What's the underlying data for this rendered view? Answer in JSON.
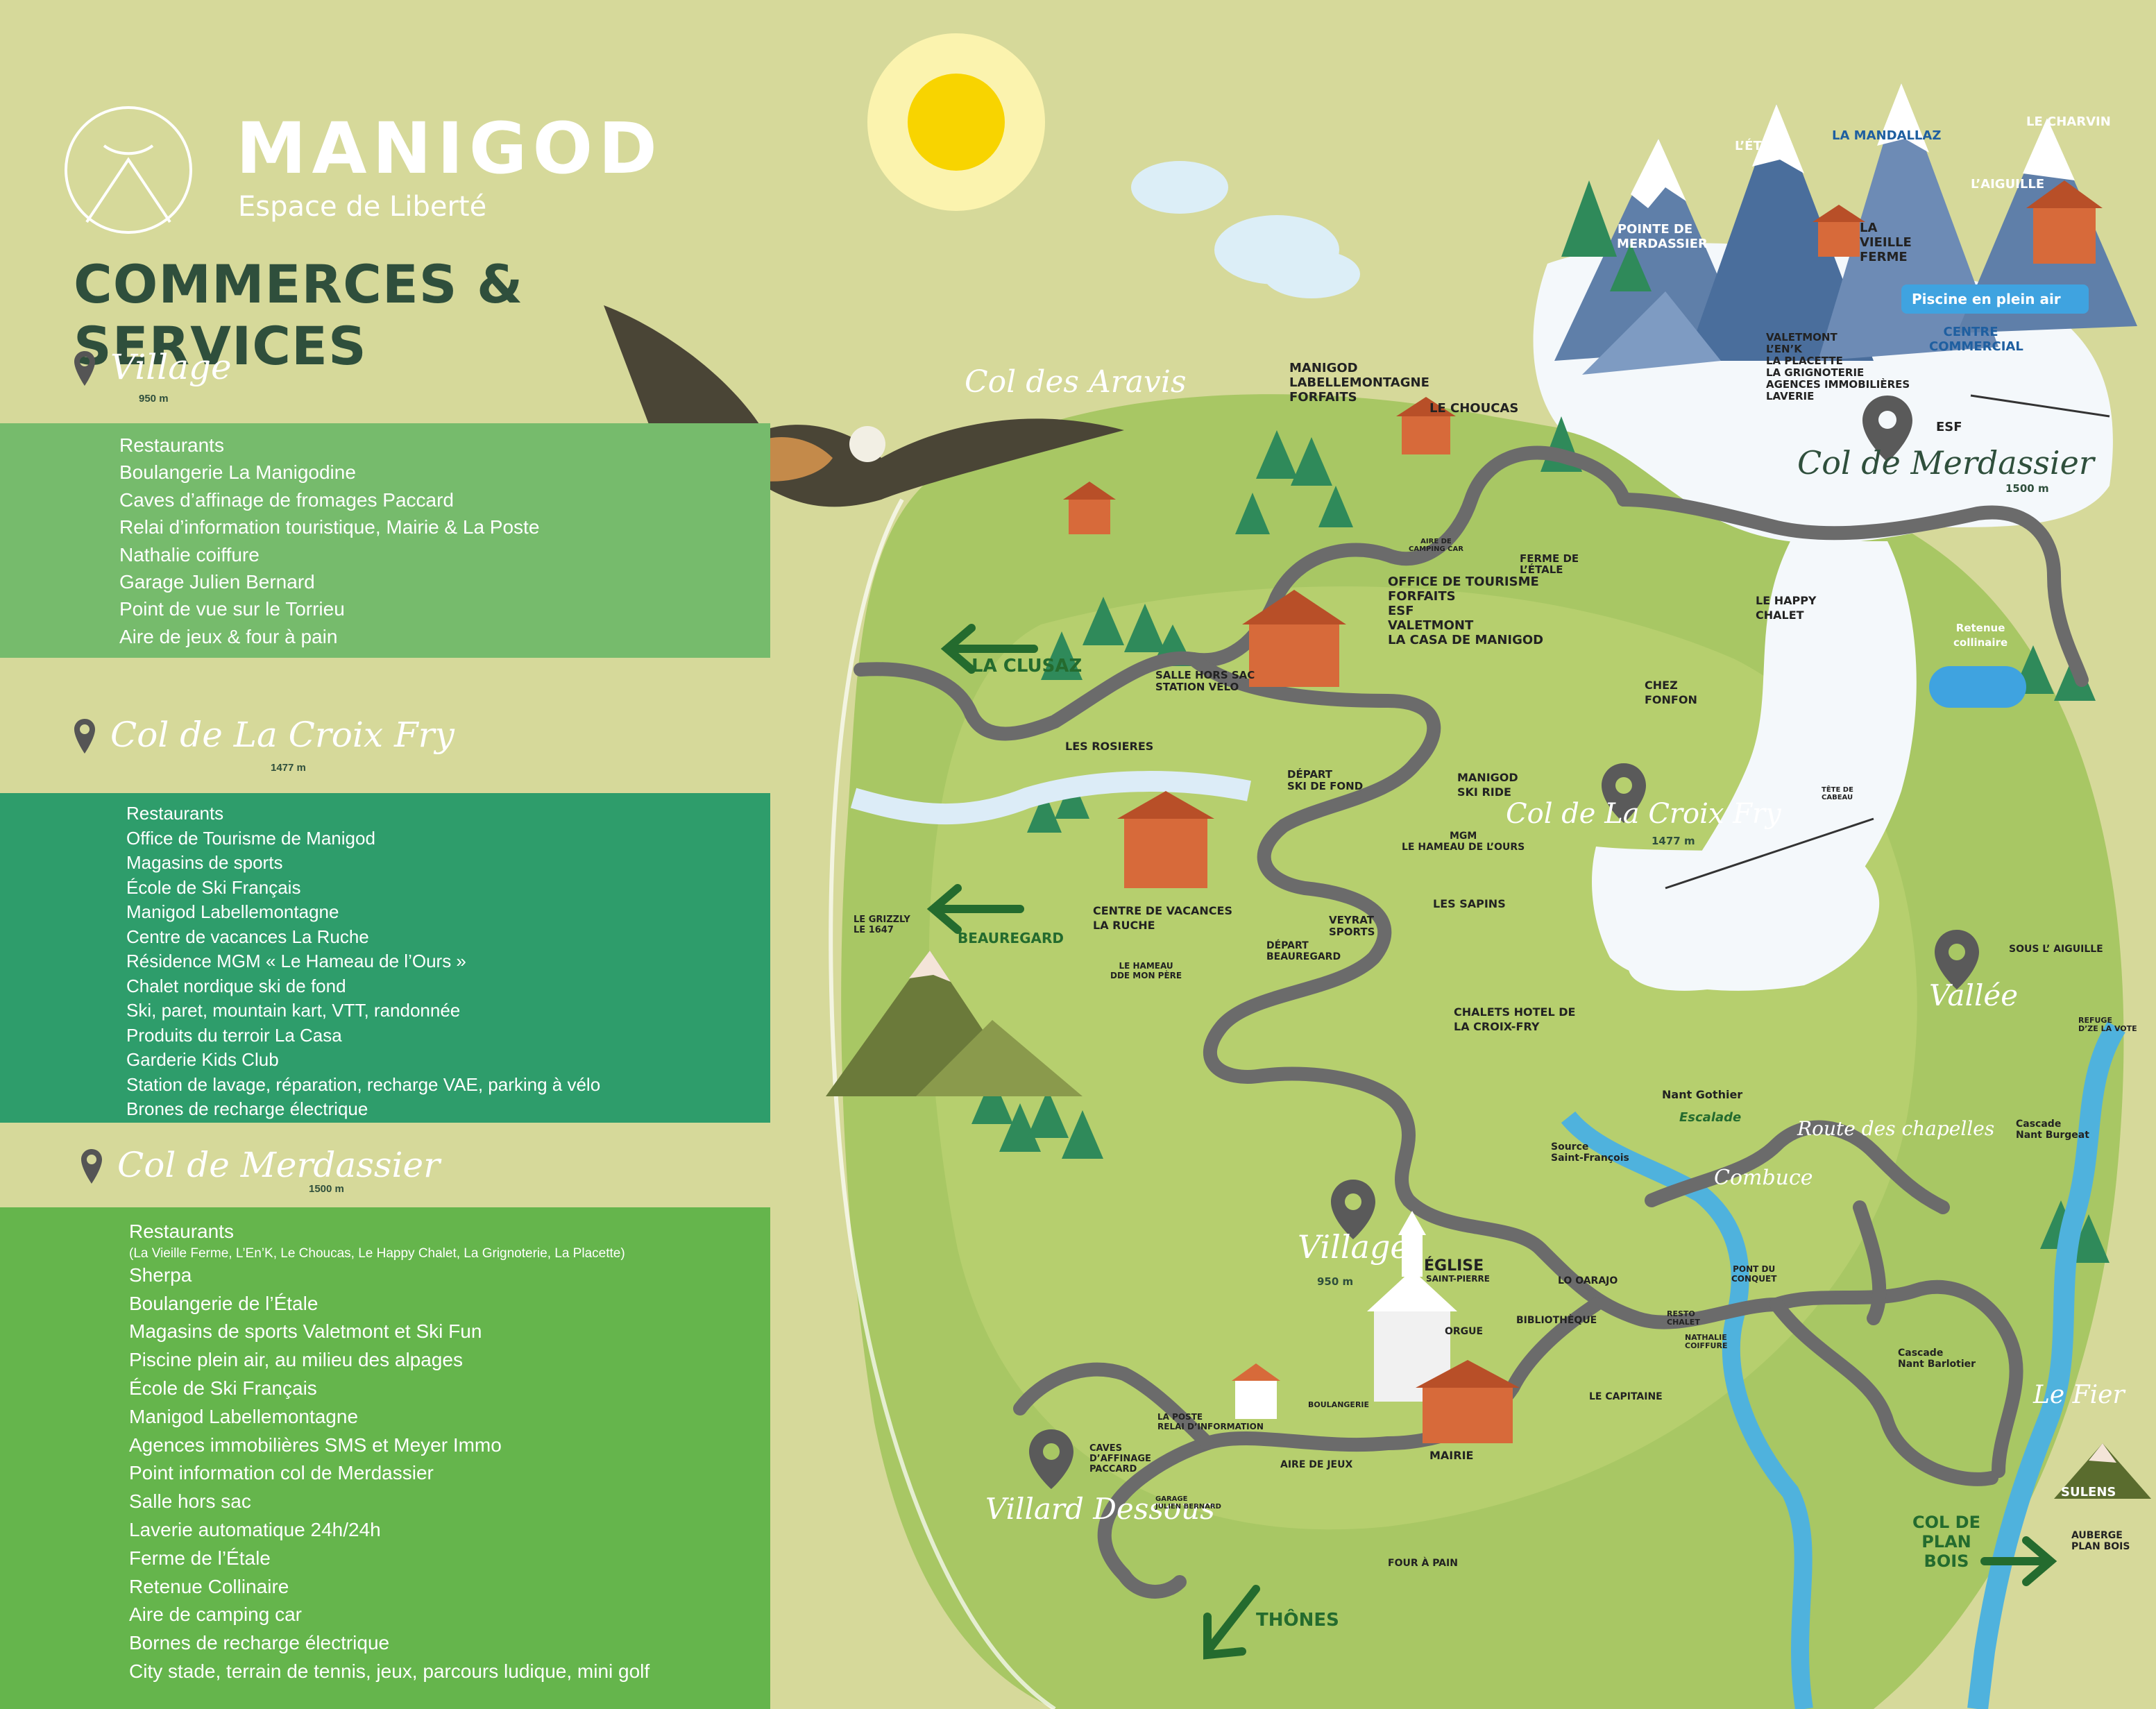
{
  "brand": {
    "name": "MANIGOD",
    "tagline": "Espace de Liberté"
  },
  "heading": "COMMERCES & SERVICES",
  "sections": [
    {
      "name": "Village",
      "altitude": "950 m",
      "color": "#76bb6c",
      "items": [
        "Restaurants",
        "Boulangerie La Manigodine",
        "Caves d’affinage de fromages Paccard",
        "Relai d’information touristique, Mairie & La Poste",
        "Nathalie coiffure",
        "Garage Julien Bernard",
        "Point de vue sur le Torrieu",
        "Aire de jeux & four à pain"
      ]
    },
    {
      "name": "Col de La Croix Fry",
      "altitude": "1477 m",
      "color": "#2e9d6b",
      "items": [
        "Restaurants",
        "Office de Tourisme de Manigod",
        "Magasins de sports",
        "École de Ski Français",
        "Manigod Labellemontagne",
        "Centre de vacances La Ruche",
        "Résidence MGM « Le Hameau de l’Ours »",
        "Chalet nordique ski de fond",
        "Ski, paret, mountain kart, VTT, randonnée",
        "Produits du terroir La Casa",
        "Garderie Kids Club",
        "Station de lavage, réparation, recharge VAE, parking à vélo",
        "Brones de recharge électrique"
      ]
    },
    {
      "name": "Col de Merdassier",
      "altitude": "1500 m",
      "color": "#65b54c",
      "items": [
        "Restaurants",
        "(La Vieille Ferme, L’En’K, Le Choucas, Le Happy Chalet, La Grignoterie, La Placette)",
        "Sherpa",
        "Boulangerie de l’Étale",
        "Magasins de sports Valetmont et Ski Fun",
        "Piscine plein air, au milieu des alpages",
        "École de Ski Français",
        "Manigod Labellemontagne",
        "Agences immobilières SMS et Meyer Immo",
        "Point information col de Merdassier",
        "Salle hors sac",
        "Laverie automatique 24h/24h",
        "Ferme de l’Étale",
        "Retenue Collinaire",
        "Aire de camping car",
        "Bornes de recharge électrique",
        "City stade, terrain de tennis, jeux, parcours ludique, mini golf"
      ]
    }
  ],
  "map": {
    "places": {
      "col_aravis": "Col des Aravis",
      "col_merdassier": "Col de Merdassier",
      "col_merdassier_alt": "1500 m",
      "col_croix_fry": "Col de La Croix Fry",
      "col_croix_fry_alt": "1477 m",
      "vallee": "Vallée",
      "village": "Village",
      "village_alt": "950 m",
      "villard": "Villard Dessous",
      "route_chapelles": "Route des chapelles",
      "combuce": "Combuce",
      "le_fier": "Le Fier"
    },
    "peaks": [
      "L’ÉTALE",
      "LA MANDALLAZ",
      "LE CHARVIN",
      "L’AIGUILLE",
      "POINTE DE MERDASSIER",
      "SULENS"
    ],
    "directions": {
      "la_clusaz": "LA CLUSAZ",
      "thones": "THÔNES",
      "col_plan_bois": "COL DE PLAN BOIS"
    },
    "labels": {
      "la_vieille_ferme": "LA VIEILLE FERME",
      "piscine": "Piscine en plein air",
      "centre_commercial": "CENTRE COMMERCIAL",
      "valetmont": [
        "VALETMONT",
        "L’EN’K",
        "LA PLACETTE",
        "LA GRIGNOTERIE",
        "AGENCES IMMOBILIÈRES",
        "LAVERIE"
      ],
      "esf_top": "ESF",
      "manigod_lbm": [
        "MANIGOD",
        "LABELLEMONTAGNE",
        "FORFAITS"
      ],
      "le_choucas": "LE CHOUCAS",
      "aire_camping": [
        "AIRE DE",
        "CAMPING CAR"
      ],
      "ferme_etale": [
        "FERME DE",
        "L’ÉTALE"
      ],
      "office": [
        "OFFICE DE TOURISME",
        "FORFAITS",
        "ESF",
        "VALETMONT",
        "LA CASA DE MANIGOD"
      ],
      "salle_hors_sac": [
        "SALLE HORS SAC",
        "STATION VELO"
      ],
      "le_happy": [
        "LE HAPPY",
        "CHALET"
      ],
      "retenue": [
        "Retenue",
        "collinaire"
      ],
      "chez_fonfon": [
        "CHEZ",
        "FONFON"
      ],
      "les_rosieres": "LES ROSIERES",
      "depart_ski_fond": [
        "DÉPART",
        "SKI DE FOND"
      ],
      "manigod_ski_ride": [
        "MANIGOD",
        "SKI RIDE"
      ],
      "mgm": [
        "MGM",
        "LE HAMEAU DE L’OURS"
      ],
      "tete_cabeau": [
        "TÊTE DE",
        "CABEAU"
      ],
      "le_grizzly": [
        "LE GRIZZLY",
        "LE 1647"
      ],
      "beauregard": "BEAUREGARD",
      "centre_vacances": [
        "CENTRE DE VACANCES",
        "LA RUCHE"
      ],
      "veyrat": [
        "VEYRAT",
        "SPORTS"
      ],
      "depart_beauregard": [
        "DÉPART",
        "BEAUREGARD"
      ],
      "les_sapins": "LES SAPINS",
      "hameau_mon_pere": [
        "LE HAMEAU",
        "DDE MON PÈRE"
      ],
      "sous_aiguille": "SOUS L’ AIGUILLE",
      "chalets_hotel": [
        "CHALETS HOTEL DE",
        "LA CROIX-FRY"
      ],
      "refuge": [
        "REFUGE",
        "D’ZE LA VOTE"
      ],
      "nant_gothier": "Nant Gothier",
      "escalade": "Escalade",
      "source": [
        "Source",
        "Saint-François"
      ],
      "cascade_burgeat": [
        "Cascade",
        "Nant Burgeat"
      ],
      "pont_conquet": [
        "PONT DU",
        "CONQUET"
      ],
      "eglise": "ÉGLISE",
      "saint_pierre": "SAINT-PIERRE",
      "orgue": "ORGUE",
      "lo_oarajo": "LO OARAJO",
      "bibliotheque": "BIBLIOTHÈQUE",
      "resto_chalet": [
        "RESTO",
        "CHALET"
      ],
      "nathalie": [
        "NATHALIE",
        "COIFFURE"
      ],
      "le_capitaine": "LE CAPITAINE",
      "mairie": "MAIRIE",
      "boulangerie": "BOULANGERIE",
      "la_poste": [
        "LA POSTE",
        "RELAI D’INFORMATION"
      ],
      "caves": [
        "CAVES",
        "D’AFFINAGE",
        "PACCARD"
      ],
      "aire_de_jeux": "AIRE DE JEUX",
      "garage": [
        "GARAGE",
        "JULIEN BERNARD"
      ],
      "four": "FOUR À PAIN",
      "cascade_barlotier": [
        "Cascade",
        "Nant Barlotier"
      ],
      "auberge": [
        "AUBERGE",
        "PLAN BOIS"
      ]
    }
  },
  "colors": {
    "background": "#d6d99a",
    "meadow": "#a8c764",
    "meadow_light": "#c2d47d",
    "road": "#6b6b6b",
    "river": "#4fb2dd",
    "snow": "#ffffff",
    "mountain": "#5f7fa9",
    "tree": "#2f8a5a",
    "chalet": "#d76a3a",
    "title_text": "#2f4f3c"
  }
}
